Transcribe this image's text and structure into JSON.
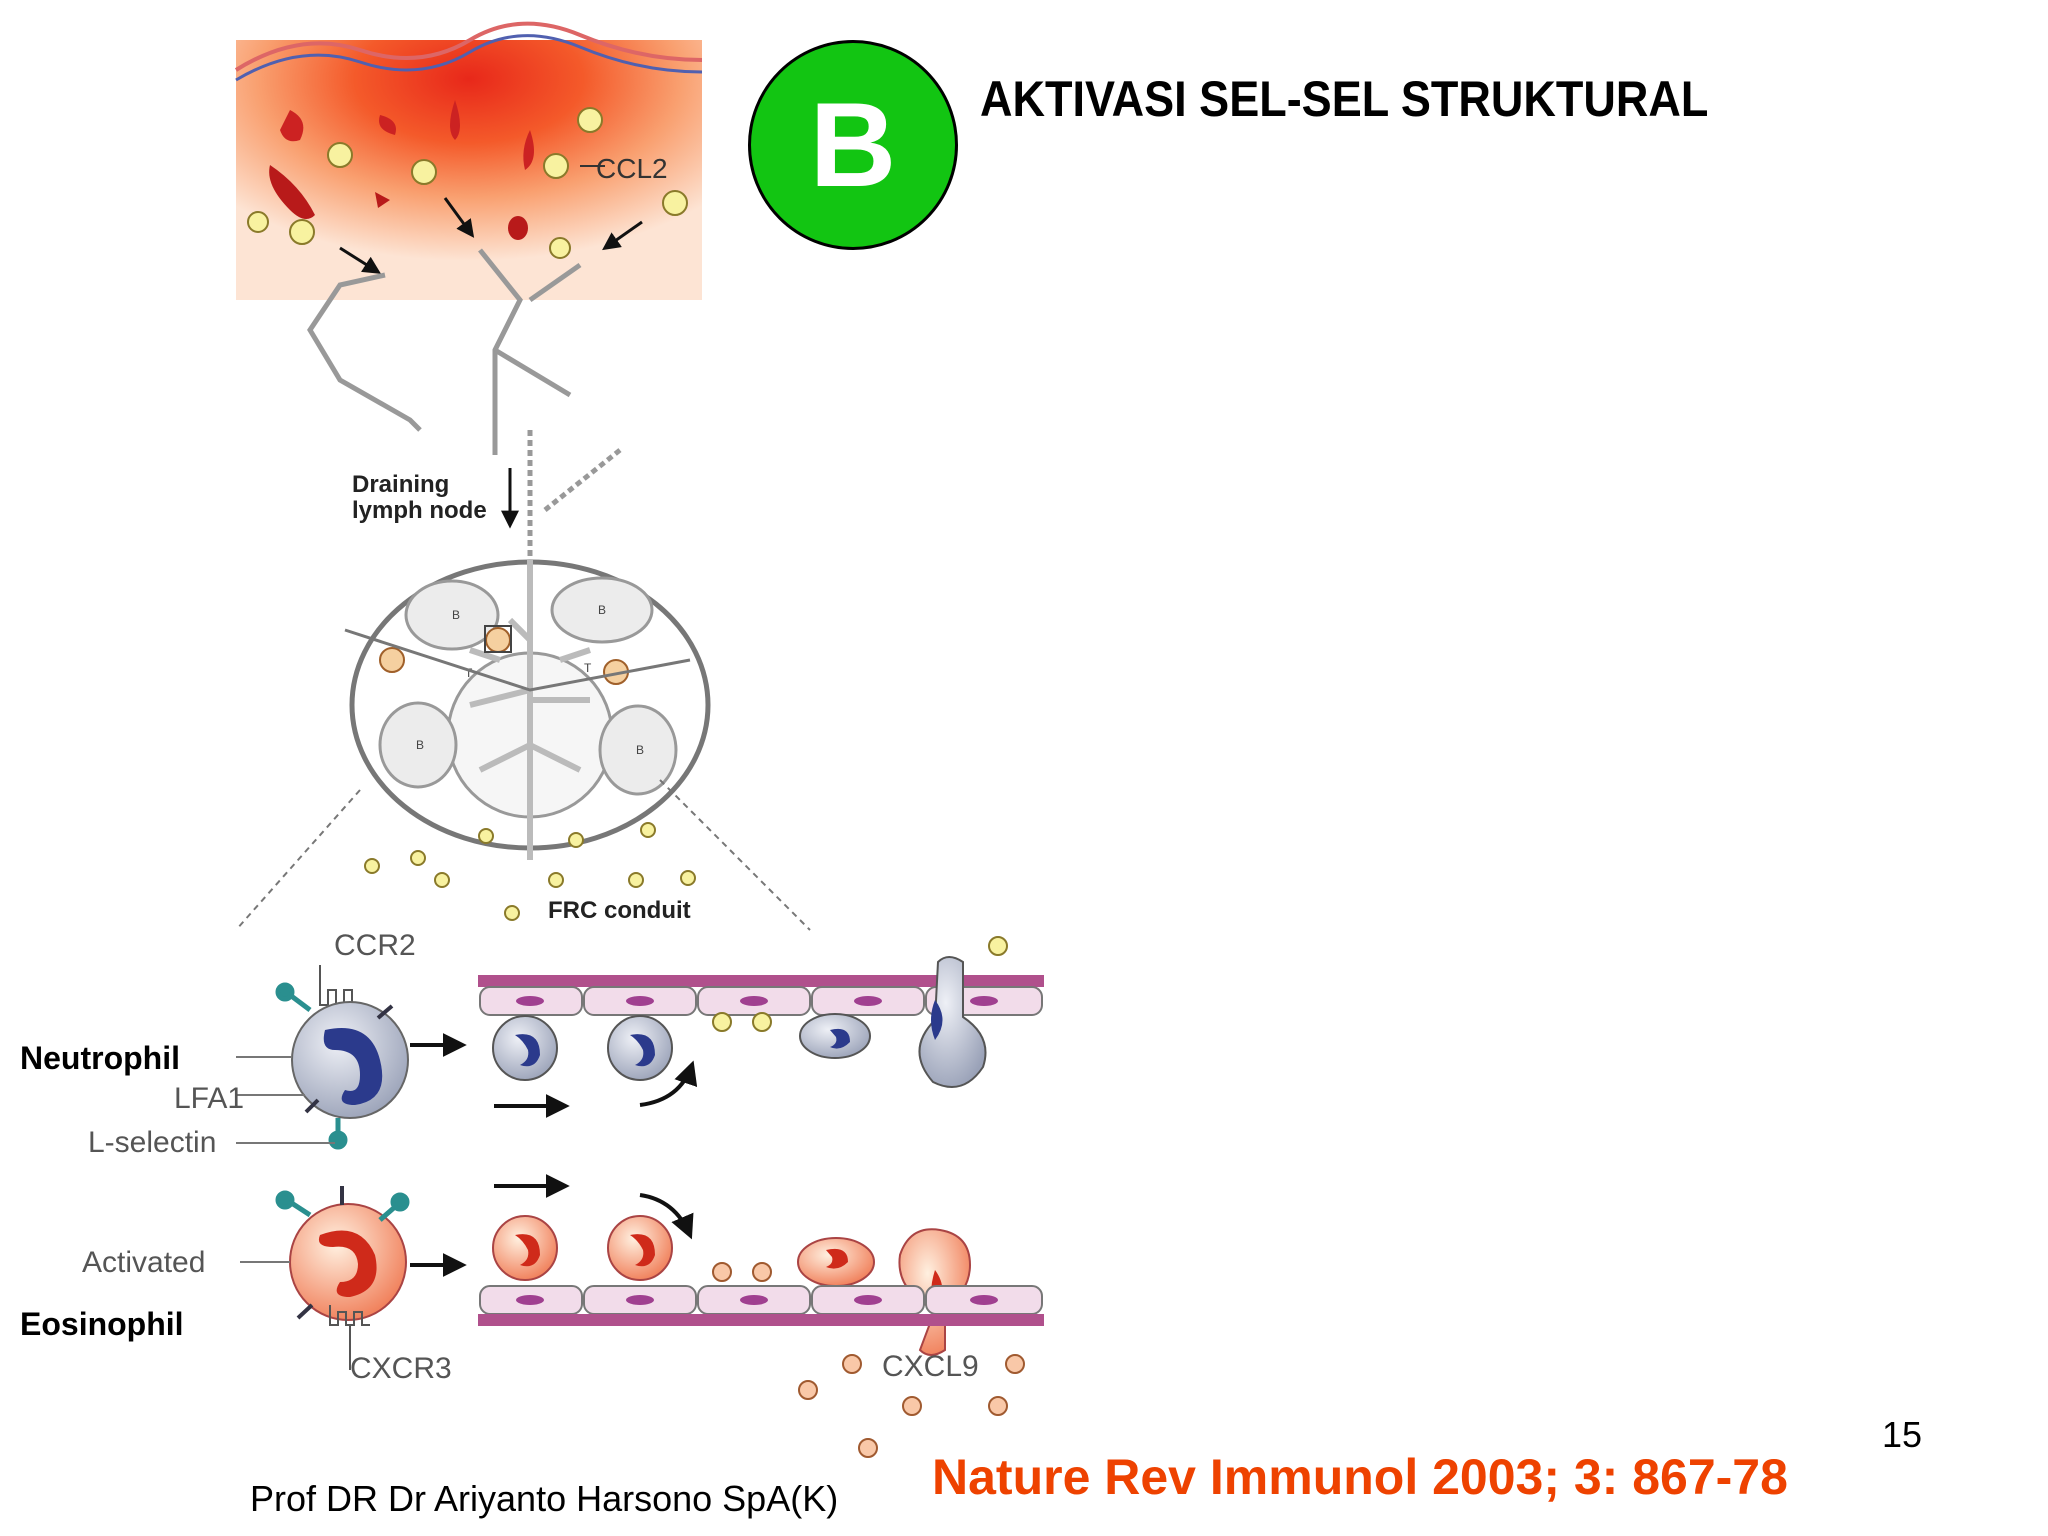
{
  "slide": {
    "badge_letter": "B",
    "title": "AKTIVASI SEL-SEL STRUKTURAL",
    "author": "Prof DR Dr Ariyanto Harsono SpA(K)",
    "citation": "Nature Rev Immunol 2003; 3: 867-78",
    "page_number": "15"
  },
  "figure": {
    "ccl2": "CCL2",
    "draining_lymph_node": [
      "Draining",
      "lymph node"
    ],
    "frc_conduit": "FRC conduit",
    "ccr2": "CCR2",
    "lfa1": "LFA1",
    "l_selectin": "L-selectin",
    "activated": "Activated",
    "cxcr3": "CXCR3",
    "cxcl9": "CXCL9",
    "b_label": "B",
    "t_label": "T"
  },
  "side_labels": {
    "neutrophil": "Neutrophil",
    "eosinophil": "Eosinophil"
  },
  "colors": {
    "badge_green": "#12c512",
    "citation_orange": "#ee4200",
    "endothelium_pink": "#b0508c",
    "chemokine_yellow": "#f5f0a0",
    "eosinophil_red": "#e83a20"
  }
}
